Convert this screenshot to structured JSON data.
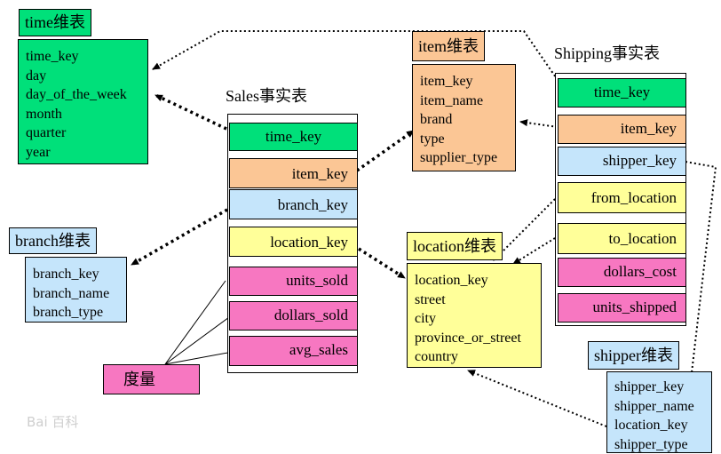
{
  "time_dim": {
    "title": "time维表",
    "fields": [
      "time_key",
      "day",
      "day_of_the_week",
      "month",
      "quarter",
      "year"
    ]
  },
  "item_dim": {
    "title": "item维表",
    "fields": [
      "item_key",
      "item_name",
      "brand",
      "type",
      "supplier_type"
    ]
  },
  "branch_dim": {
    "title": "branch维表",
    "fields": [
      "branch_key",
      "branch_name",
      "branch_type"
    ]
  },
  "location_dim": {
    "title": "location维表",
    "fields": [
      "location_key",
      "street",
      "city",
      "province_or_street",
      "country"
    ]
  },
  "shipper_dim": {
    "title": "shipper维表",
    "fields": [
      "shipper_key",
      "shipper_name",
      "location_key",
      "shipper_type"
    ]
  },
  "sales_fact": {
    "title": "Sales事实表",
    "keys": [
      "time_key",
      "item_key",
      "branch_key",
      "location_key"
    ],
    "measures": [
      "units_sold",
      "dollars_sold",
      "avg_sales"
    ]
  },
  "shipping_fact": {
    "title": "Shipping事实表",
    "keys": [
      "time_key",
      "item_key",
      "shipper_key",
      "from_location",
      "to_location"
    ],
    "measures": [
      "dollars_cost",
      "units_shipped"
    ]
  },
  "measure_label": "度量",
  "watermark": "Bai 百科",
  "colors": {
    "time": "#00e07a",
    "item": "#fbc695",
    "branch": "#c5e5fb",
    "location": "#ffff99",
    "measure": "#f777c1"
  }
}
